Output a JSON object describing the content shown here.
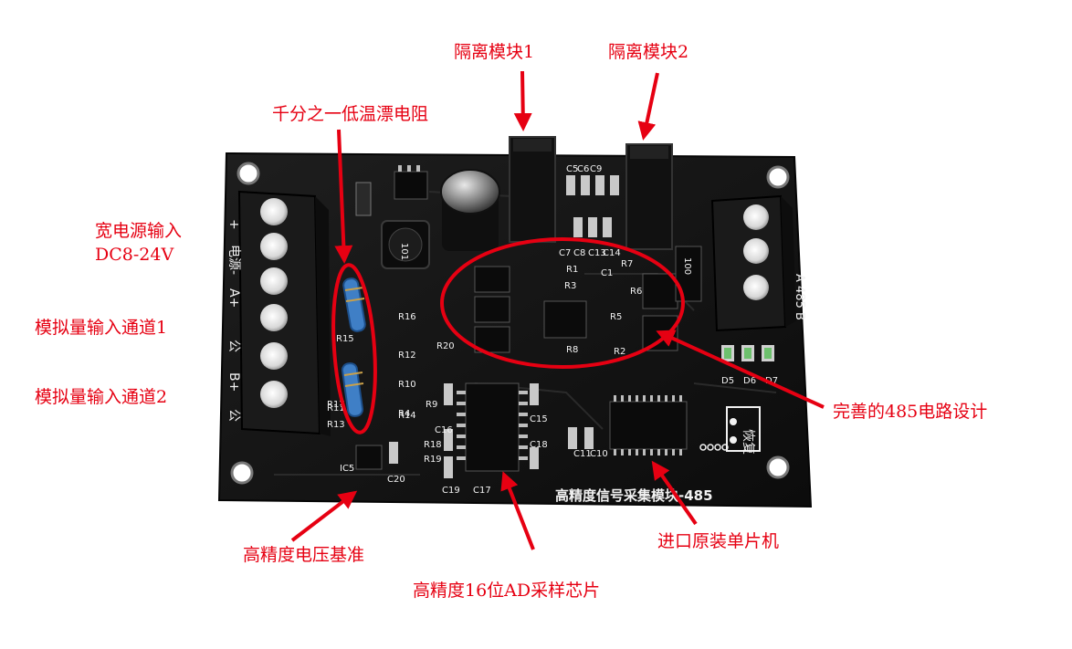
{
  "annotations": {
    "isolation_module_1": "隔离模块1",
    "isolation_module_2": "隔离模块2",
    "low_tc_resistor": "千分之一低温漂电阻",
    "wide_power_input": "宽电源输入",
    "wide_power_range": "DC8-24V",
    "analog_input_ch1": "模拟量输入通道1",
    "analog_input_ch2": "模拟量输入通道2",
    "rs485_design": "完善的485电路设计",
    "voltage_reference": "高精度电压基准",
    "adc_chip": "高精度16位AD采样芯片",
    "mcu": "进口原装单片机"
  },
  "board": {
    "title": "高精度信号采集模块-485",
    "left_terminal_labels": [
      "+",
      "电源-",
      "A+",
      "公",
      "B+",
      "公"
    ],
    "right_terminal_label": "A 485 B",
    "reset_label": "恢复",
    "inductor_marking": "101",
    "resistor_marking": "100",
    "designators": [
      "R1",
      "R2",
      "R3",
      "R4",
      "R5",
      "R6",
      "R7",
      "R8",
      "R9",
      "R10",
      "R11",
      "R12",
      "R13",
      "R14",
      "R15",
      "R16",
      "R17",
      "R18",
      "R19",
      "R20",
      "C1",
      "C5",
      "C6",
      "C7",
      "C8",
      "C9",
      "C10",
      "C11",
      "C13",
      "C14",
      "C15",
      "C16",
      "C17",
      "C18",
      "C19",
      "C20",
      "IC5",
      "D5",
      "D6",
      "D7"
    ]
  },
  "colors": {
    "annotation": "#e60012",
    "board": "#151515",
    "silkscreen": "#f2f2f2",
    "terminal": "#1a1a1a",
    "resistor_body": "#3f7fc6"
  }
}
